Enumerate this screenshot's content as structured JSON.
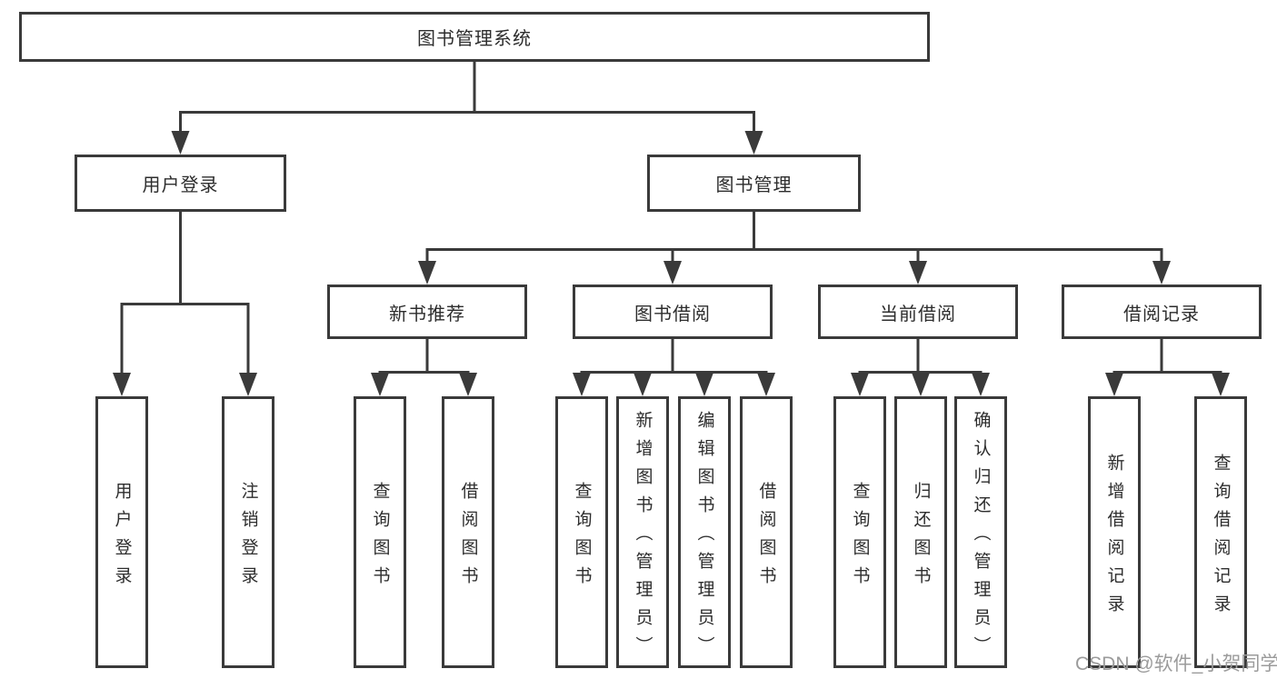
{
  "diagram": {
    "title": "图书管理系统",
    "tree": {
      "label": "图书管理系统",
      "children": [
        {
          "label": "用户登录",
          "children": [
            {
              "label": "用户登录"
            },
            {
              "label": "注销登录"
            }
          ]
        },
        {
          "label": "图书管理",
          "children": [
            {
              "label": "新书推荐",
              "children": [
                {
                  "label": "查询图书"
                },
                {
                  "label": "借阅图书"
                }
              ]
            },
            {
              "label": "图书借阅",
              "children": [
                {
                  "label": "查询图书"
                },
                {
                  "label": "新增图书（管理员）"
                },
                {
                  "label": "编辑图书（管理员）"
                },
                {
                  "label": "借阅图书"
                }
              ]
            },
            {
              "label": "当前借阅",
              "children": [
                {
                  "label": "查询图书"
                },
                {
                  "label": "归还图书"
                },
                {
                  "label": "确认归还（管理员）"
                }
              ]
            },
            {
              "label": "借阅记录",
              "children": [
                {
                  "label": "新增借阅记录"
                },
                {
                  "label": "查询借阅记录"
                }
              ]
            }
          ]
        }
      ]
    },
    "colors": {
      "line": "#3a3a3a",
      "box_border": "#3a3a3a",
      "text": "#2d2d2d",
      "background": "#ffffff",
      "watermark": "#9b9b9b"
    }
  },
  "watermark": {
    "text": "CSDN @软件_小贺同学"
  }
}
